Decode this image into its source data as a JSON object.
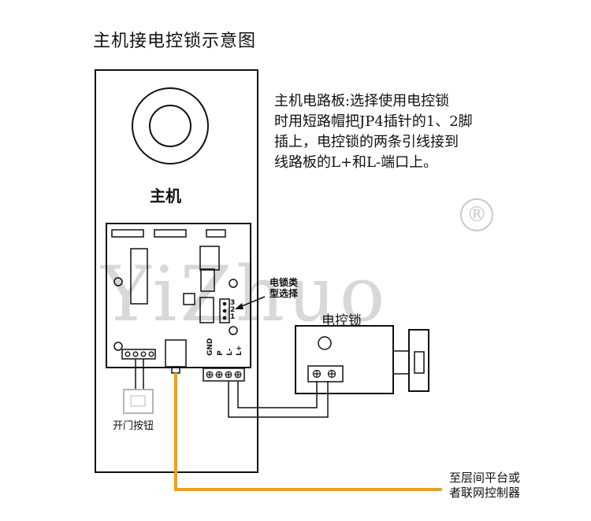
{
  "title": "主机接电控锁示意图",
  "description_lines": [
    "主机电路板:选择使用电控锁",
    "时用短路帽把JP4插针的1、2脚",
    "插上，电控锁的两条引线接到",
    "线路板的L+和L-端口上。"
  ],
  "host_label": "主机",
  "lock_type_label_lines": [
    "电锁类",
    "型选择"
  ],
  "jumper_pins": [
    "3",
    "2",
    "1"
  ],
  "terminal_labels": [
    "GND",
    "P",
    "L-",
    "L+"
  ],
  "lock_label": "电控锁",
  "open_button_label": "开门按钮",
  "destination_lines": [
    "至层间平台或",
    "者联网控制器"
  ],
  "watermark": "YiZhuo",
  "registered_mark": "®",
  "colors": {
    "wire": "#f5a000",
    "line": "#111111",
    "watermark": "#cfcfcf"
  }
}
